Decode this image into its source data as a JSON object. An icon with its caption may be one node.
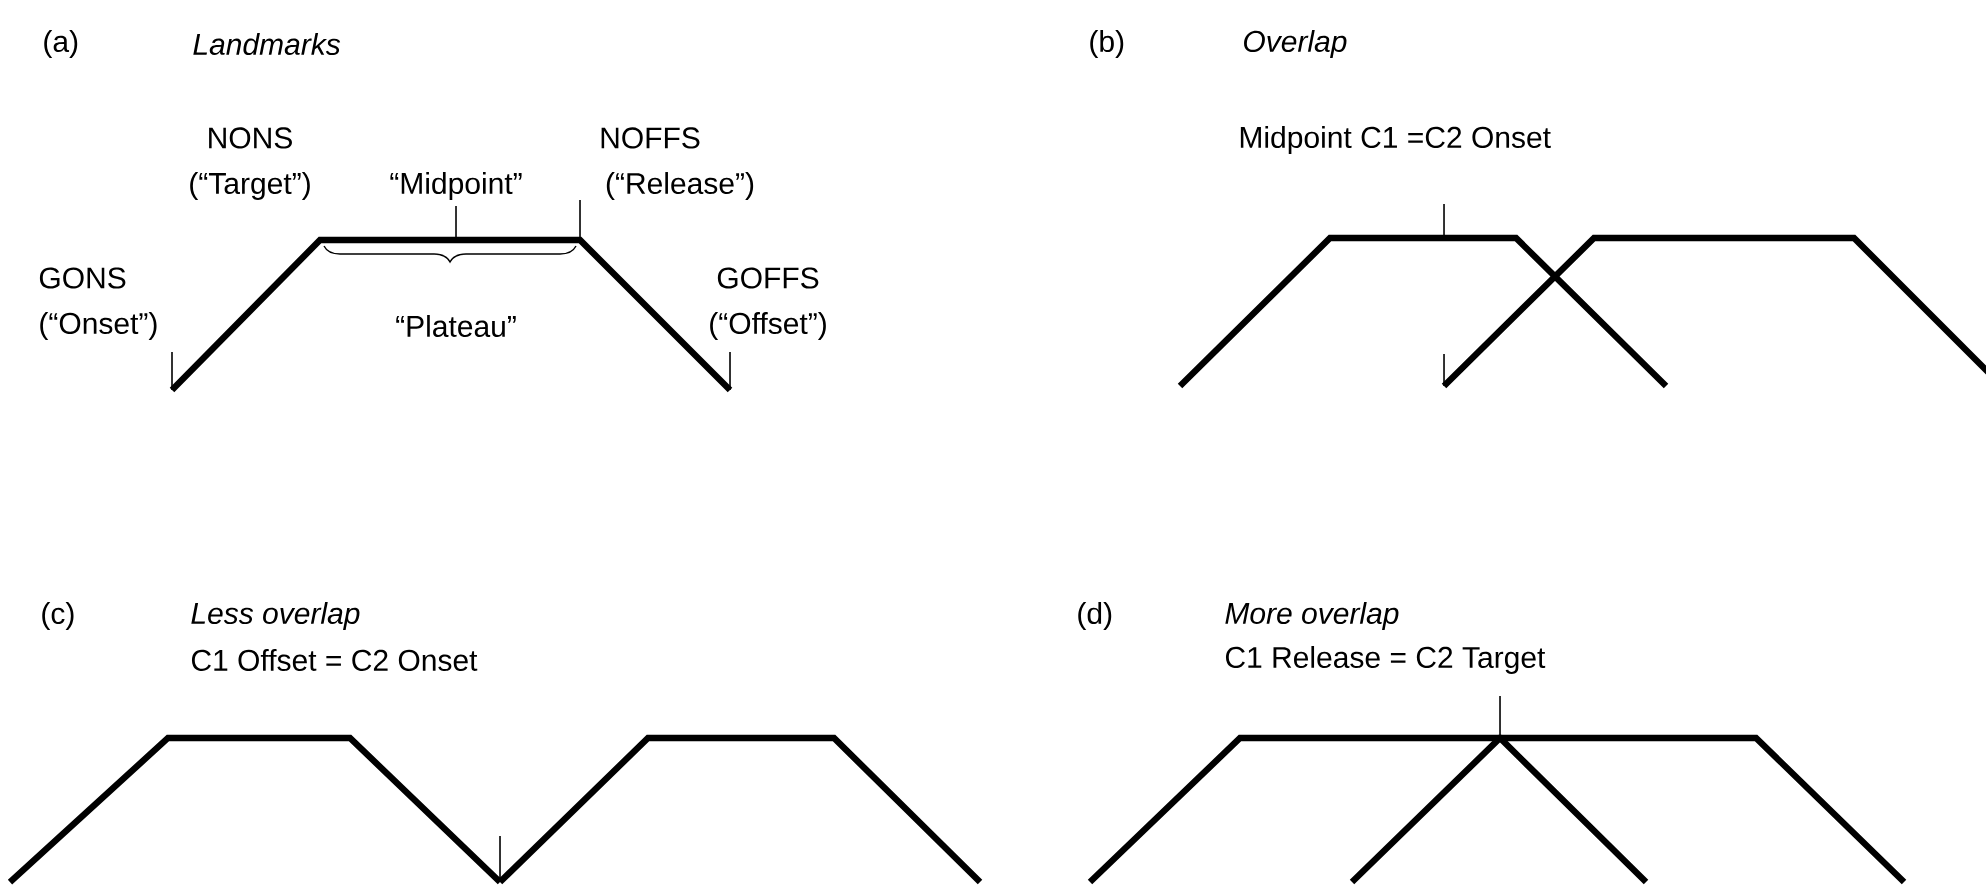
{
  "diagram": {
    "labels": [
      "(a)",
      "Landmarks",
      "(b)",
      "Overlap",
      "NONS",
      "(“Target”)",
      "“Midpoint”",
      "NOFFS",
      "(“Release”)",
      "Midpoint  C1 =C2 Onset",
      "GONS",
      "GOFFS",
      "(“Onset”)",
      "“Plateau”",
      "(“Offset”)",
      "(c)",
      "Less overlap",
      "C1 Offset = C2 Onset",
      "(d)",
      "More overlap",
      "C1 Release = C2 Target"
    ]
  }
}
